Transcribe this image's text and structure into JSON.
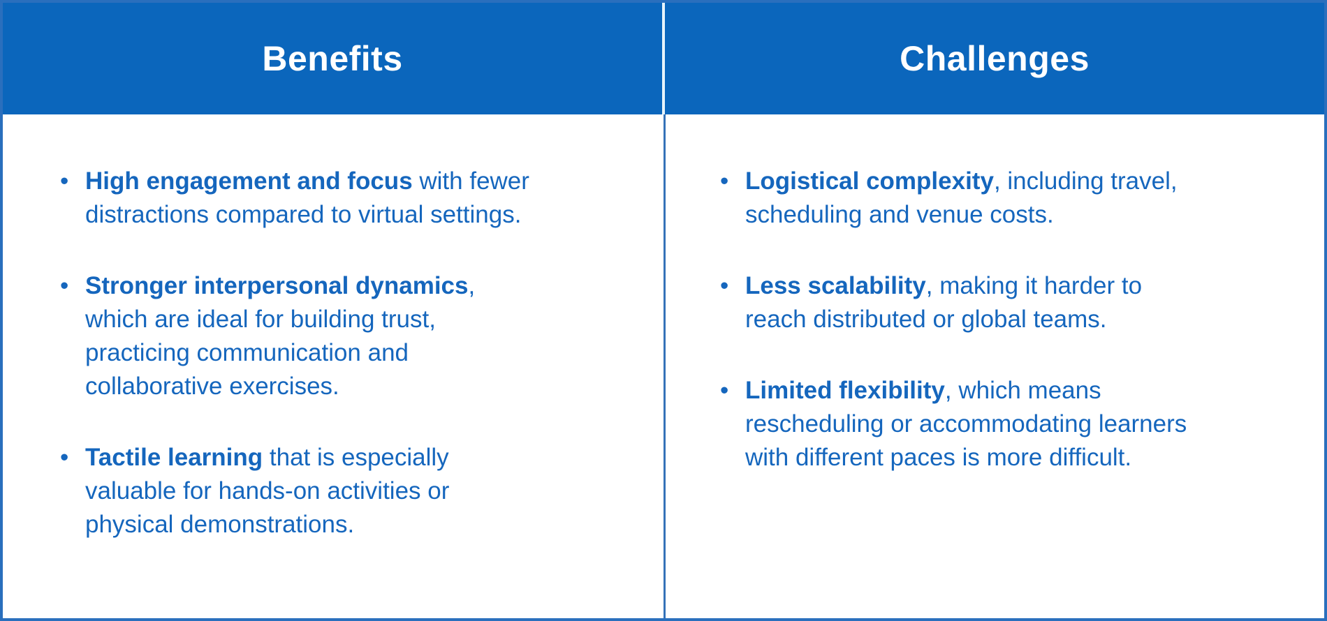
{
  "table": {
    "colors": {
      "header_bg": "#0b66bc",
      "header_text": "#ffffff",
      "header_divider": "#e8f4fb",
      "body_text": "#1566bd",
      "outer_border": "#2a6fbd",
      "column_divider": "#3572b8"
    },
    "columns": [
      {
        "header": "Benefits",
        "items": [
          {
            "bullet": "•",
            "bold": "High engagement and focus",
            "rest": " with fewer\ndistractions compared to virtual settings."
          },
          {
            "bullet": "•",
            "bold": "Stronger interpersonal dynamics",
            "rest": ",\nwhich are ideal for building trust,\npracticing communication and\ncollaborative exercises."
          },
          {
            "bullet": "•",
            "bold": "Tactile learning",
            "rest": " that is especially\nvaluable for hands-on activities or\nphysical demonstrations."
          }
        ]
      },
      {
        "header": "Challenges",
        "items": [
          {
            "bullet": "•",
            "bold": "Logistical complexity",
            "rest": ", including travel,\nscheduling and venue costs."
          },
          {
            "bullet": "•",
            "bold": "Less scalability",
            "rest": ", making it harder to\nreach distributed or global teams."
          },
          {
            "bullet": "•",
            "bold": "Limited flexibility",
            "rest": ", which means\nrescheduling or accommodating learners\nwith different paces is more difficult."
          }
        ]
      }
    ]
  }
}
